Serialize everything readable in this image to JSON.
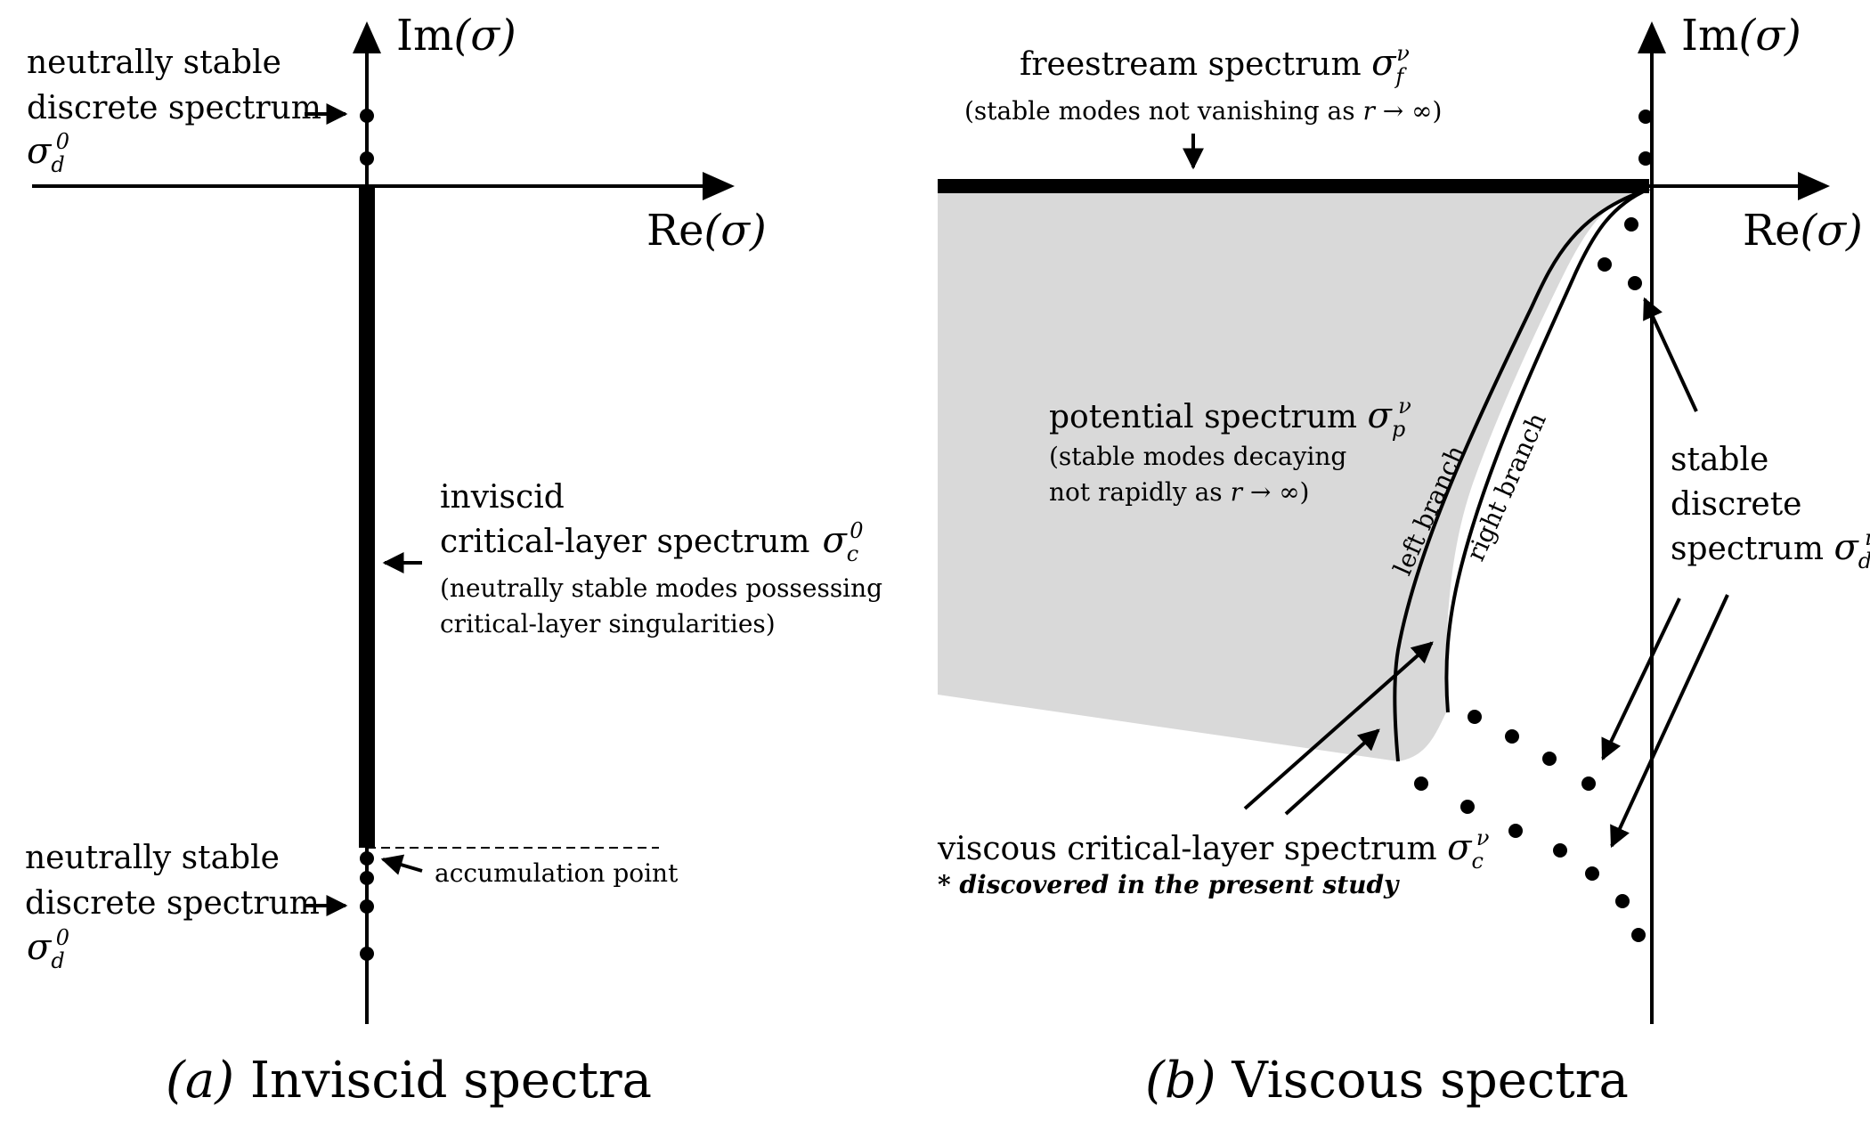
{
  "panel_a": {
    "axis_im_prefix": "Im",
    "axis_im_arg": "(σ)",
    "axis_re_prefix": "Re",
    "axis_re_arg": "(σ)",
    "top_discrete_line1": "neutrally stable",
    "top_discrete_line2": "discrete spectrum",
    "sigma": "σ",
    "sub_d": "d",
    "sup_0": "0",
    "sub_c": "c",
    "inviscid_line1": "inviscid",
    "inviscid_line2": "critical-layer spectrum",
    "inviscid_note1": "(neutrally stable modes possessing",
    "inviscid_note2": "critical-layer singularities)",
    "accumulation": "accumulation point",
    "bottom_discrete_line1": "neutrally stable",
    "bottom_discrete_line2": "discrete spectrum",
    "caption_letter": "(a)",
    "caption_text": " Inviscid spectra"
  },
  "panel_b": {
    "axis_im_prefix": "Im",
    "axis_im_arg": "(σ)",
    "axis_re_prefix": "Re",
    "axis_re_arg": "(σ)",
    "sigma": "σ",
    "sup_nu": "ν",
    "sub_f": "f",
    "sub_p": "p",
    "sub_d": "d",
    "sub_c": "c",
    "freestream_label": "freestream spectrum ",
    "freestream_note_pre": "(stable modes not vanishing as ",
    "r_sym": "r",
    "arrow_inf": " → ∞)",
    "potential_label": "potential spectrum ",
    "potential_note1": "(stable modes decaying",
    "potential_note2_pre": "not rapidly as ",
    "left_branch": "left branch",
    "right_branch": "right branch",
    "stable_line1": "stable",
    "stable_line2": "discrete",
    "stable_line3": "spectrum ",
    "viscous_label": "viscous critical-layer spectrum ",
    "discovered": "* discovered in the present study",
    "caption_letter": "(b)",
    "caption_text": " Viscous spectra"
  },
  "colors": {
    "ink": "#000000",
    "shade": "#d9d9d9",
    "background": "#ffffff"
  }
}
